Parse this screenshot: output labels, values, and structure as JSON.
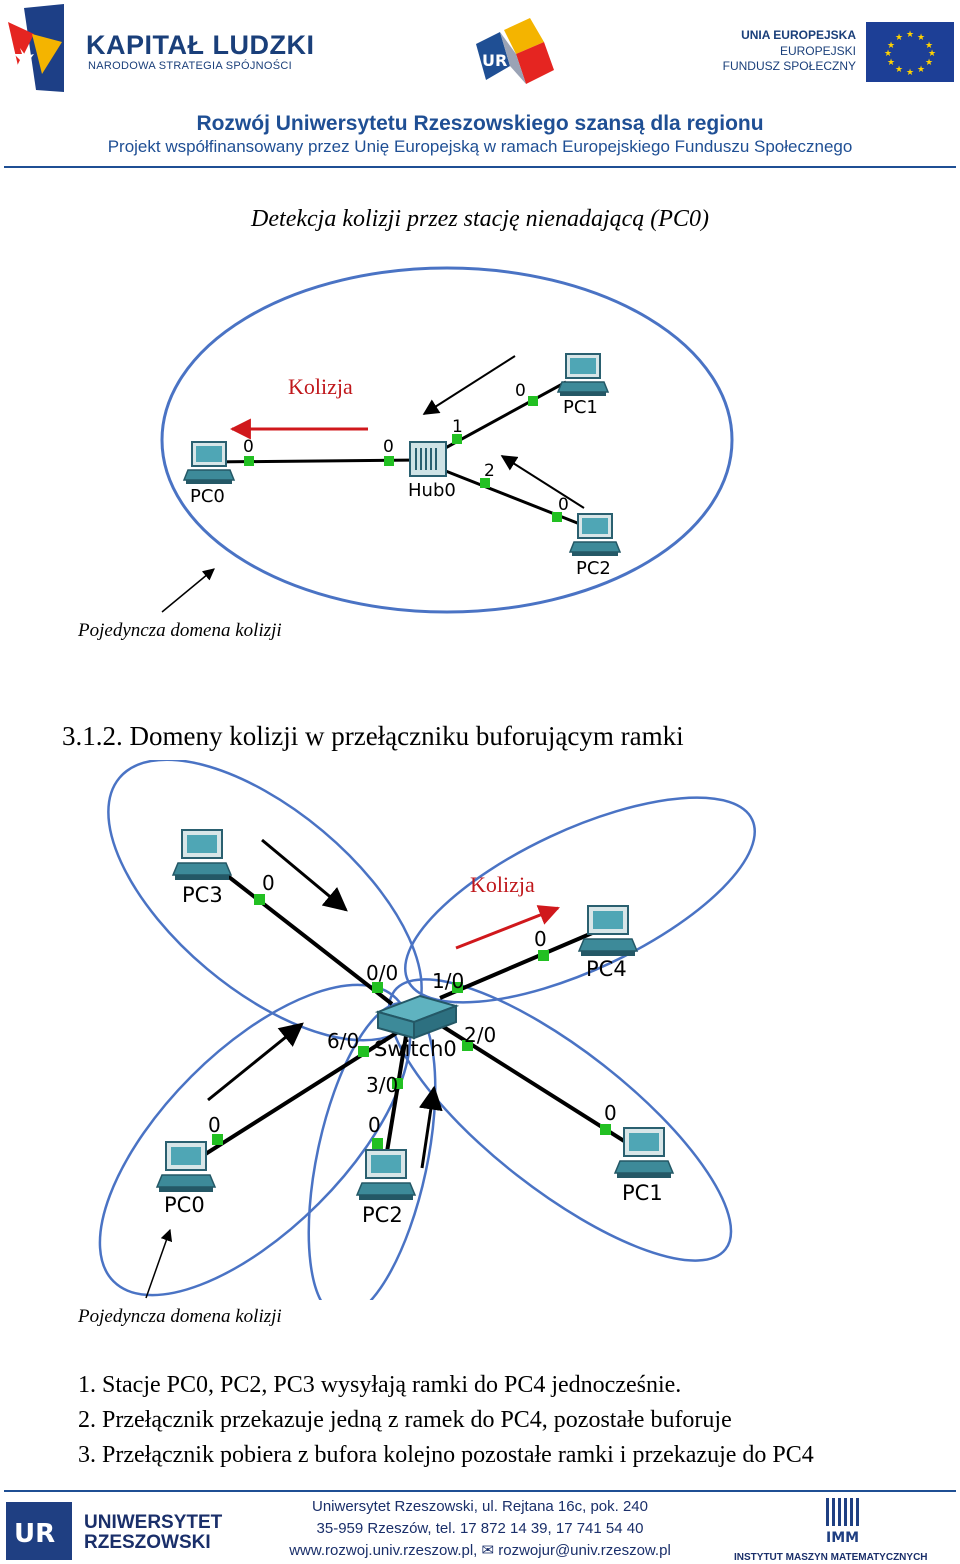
{
  "header": {
    "kl_title": "KAPITAŁ LUDZKI",
    "kl_subtitle": "NARODOWA STRATEGIA SPÓJNOŚCI",
    "eu_title": "UNIA EUROPEJSKA",
    "eu_line1": "EUROPEJSKI",
    "eu_line2": "FUNDUSZ SPOŁECZNY",
    "banner_title": "Rozwój Uniwersytetu Rzeszowskiego szansą dla regionu",
    "banner_subtitle": "Projekt współfinansowany przez Unię Europejską w ramach Europejskiego Funduszu Społecznego"
  },
  "figure1": {
    "caption": "Detekcja kolizji przez stację nienadającą (PC0)",
    "collision_label": "Kolizja",
    "domain_label": "Pojedyncza domena kolizji",
    "devices": {
      "pc0": "PC0",
      "hub": "Hub0",
      "pc1": "PC1",
      "pc2": "PC2"
    },
    "ports": {
      "pc0": "0",
      "hub_pc0": "0",
      "hub_pc1": "1",
      "hub_pc2": "2",
      "pc1": "0",
      "pc2": "0"
    }
  },
  "section": {
    "heading": "3.1.2. Domeny kolizji w przełączniku buforującym ramki"
  },
  "figure2": {
    "collision_label": "Kolizja",
    "domain_label": "Pojedyncza domena kolizji",
    "devices": {
      "pc3": "PC3",
      "pc4": "PC4",
      "switch": "Switch0",
      "pc0": "PC0",
      "pc2": "PC2",
      "pc1": "PC1"
    },
    "ports": {
      "pc3": "0",
      "sw_pc3": "0/0",
      "sw_pc4": "1/0",
      "pc4": "0",
      "sw_pc0": "6/0",
      "sw_pc1": "2/0",
      "sw_pc2": "3/0",
      "pc0": "0",
      "pc2": "0",
      "pc1": "0"
    }
  },
  "steps": [
    {
      "num": "1.",
      "text": "Stacje PC0, PC2, PC3 wysyłają ramki do PC4 jednocześnie."
    },
    {
      "num": "2.",
      "text": "Przełącznik przekazuje jedną z ramek do PC4, pozostałe buforuje"
    },
    {
      "num": "3.",
      "text": "Przełącznik pobiera z bufora kolejno pozostałe ramki i przekazuje do PC4"
    }
  ],
  "footer": {
    "uni_line1": "UNIWERSYTET",
    "uni_line2": "RZESZOWSKI",
    "address1": "Uniwersytet Rzeszowski, ul. Rejtana 16c, pok. 240",
    "address2": "35-959 Rzeszów, tel. 17 872 14 39, 17 741 54 40",
    "web": "www.rozwoj.univ.rzeszow.pl,",
    "email": "rozwojur@univ.rzeszow.pl",
    "imm_logo": "IMM",
    "imm_subtitle": "INSTYTUT MASZYN MATEMATYCZNYCH"
  },
  "colors": {
    "brand_blue": "#1f4f94",
    "ellipse": "#4a73c4",
    "collision": "#c0181c",
    "port_dot": "#22c022"
  }
}
